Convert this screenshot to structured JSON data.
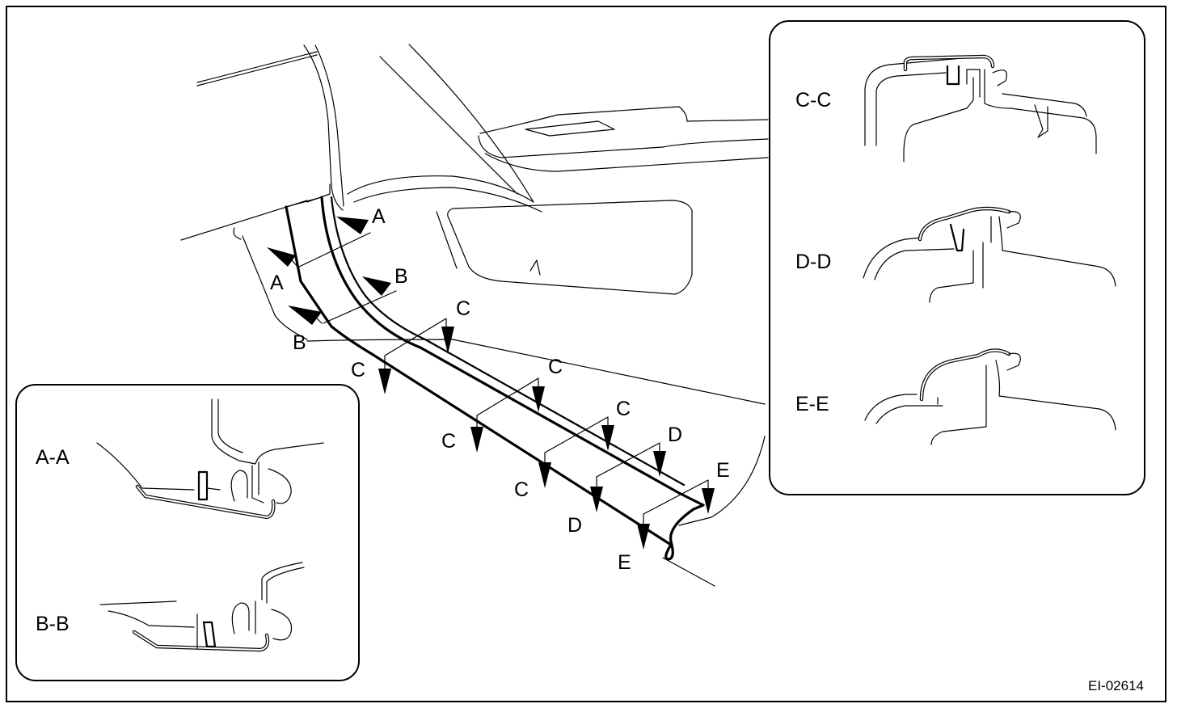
{
  "figure_code": "EI-02614",
  "sections": {
    "aa_label": "A-A",
    "bb_label": "B-B",
    "cc_label": "C-C",
    "dd_label": "D-D",
    "ee_label": "E-E"
  },
  "markers": {
    "a": "A",
    "b": "B",
    "c": "C",
    "d": "D",
    "e": "E"
  },
  "colors": {
    "line": "#000000",
    "background": "#ffffff"
  }
}
